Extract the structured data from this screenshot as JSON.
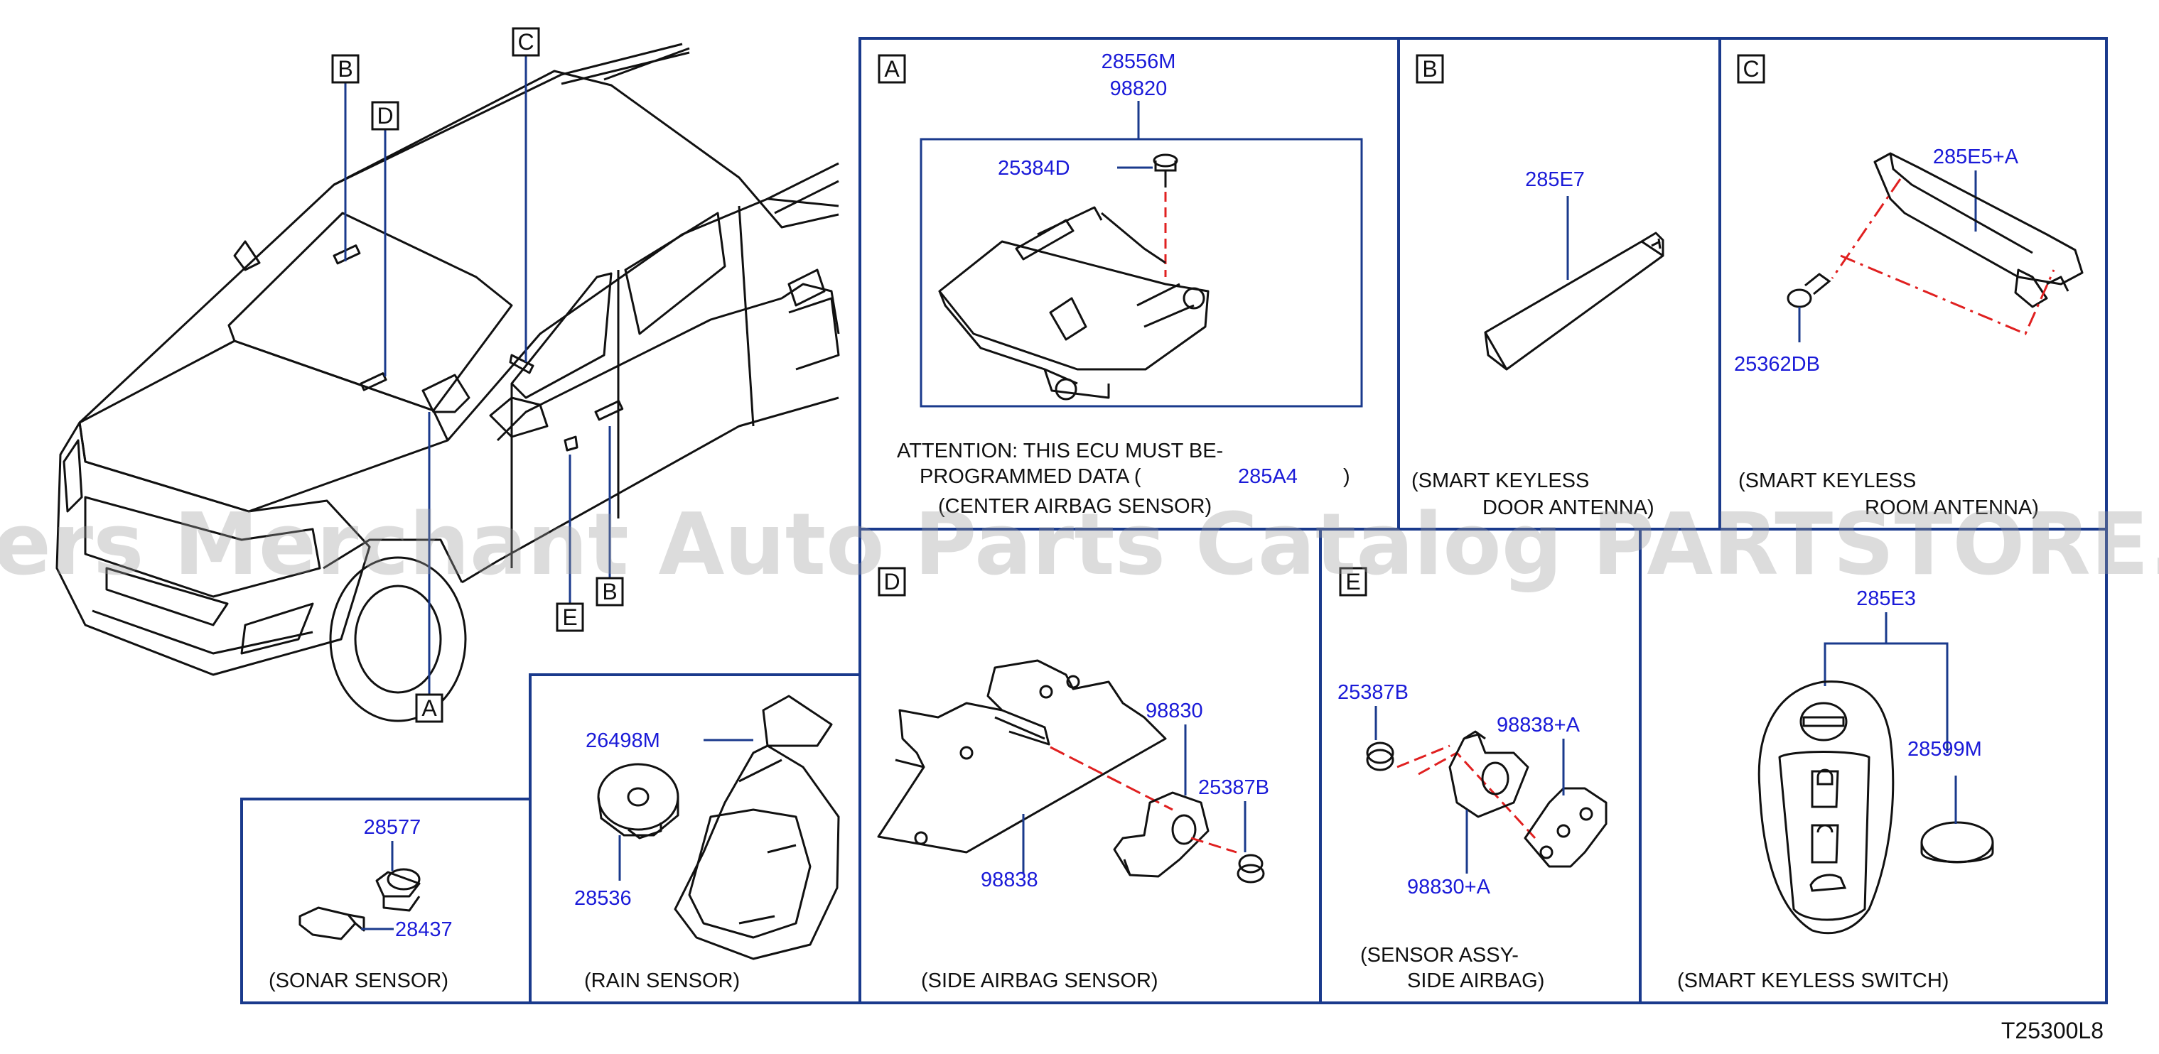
{
  "diagram_ref": "T25300L8",
  "watermark": "Offers Merchant Auto Parts Catalog PARTSTORE.SA",
  "colors": {
    "box_border": "#1a3a8c",
    "part_number": "#1a1ad8",
    "dash_line": "#e02020",
    "text": "#111111"
  },
  "vehicle_callouts": [
    "B",
    "D",
    "C",
    "A",
    "E",
    "B"
  ],
  "panels": {
    "a": {
      "letter": "A",
      "parts": {
        "ecu_1": "28556M",
        "ecu_2": "98820",
        "bolt": "25384D",
        "data_part": "285A4"
      },
      "attention_1": "ATTENTION:  THIS   ECU   MUST   BE-",
      "attention_2": "PROGRAMMED   DATA  (",
      "attention_close": ")",
      "caption": "(CENTER   AIRBAG   SENSOR)"
    },
    "b": {
      "letter": "B",
      "parts": {
        "antenna": "285E7"
      },
      "caption_1": "(SMART   KEYLESS",
      "caption_2": "DOOR   ANTENNA)"
    },
    "c": {
      "letter": "C",
      "parts": {
        "antenna": "285E5+A",
        "bolt": "25362DB"
      },
      "caption_1": "(SMART   KEYLESS",
      "caption_2": "ROOM   ANTENNA)"
    },
    "sonar": {
      "parts": {
        "sensor": "28577",
        "connector": "28437"
      },
      "caption": "(SONAR   SENSOR)"
    },
    "rain": {
      "parts": {
        "cover": "26498M",
        "sensor": "28536"
      },
      "caption": "(RAIN   SENSOR)"
    },
    "d": {
      "letter": "D",
      "parts": {
        "sensor": "98830",
        "nut": "25387B",
        "bracket": "98838"
      },
      "caption": "(SIDE   AIRBAG   SENSOR)"
    },
    "e": {
      "letter": "E",
      "parts": {
        "nut": "25387B",
        "assy": "98838+A",
        "sensor": "98830+A"
      },
      "caption_1": "(SENSOR   ASSY-",
      "caption_2": "SIDE   AIRBAG)"
    },
    "switch": {
      "parts": {
        "switch": "285E3",
        "battery": "28599M"
      },
      "caption": "(SMART   KEYLESS   SWITCH)"
    }
  }
}
